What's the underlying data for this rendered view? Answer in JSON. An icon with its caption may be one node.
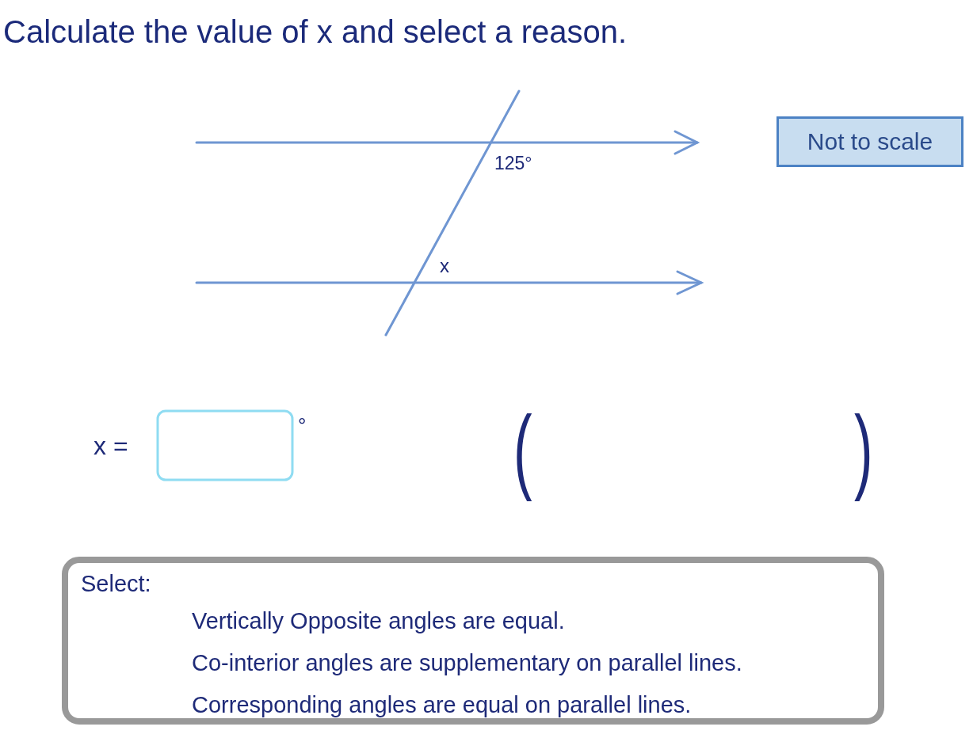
{
  "diagram": {
    "title": "Calculate the value of x and select a reason.",
    "nodes": [
      {
        "text": [
          "Not to scale"
        ]
      },
      {
        "text": [
          "Select:",
          "Vertically Opposite angles are equal.",
          "Co-interior angles are supplementary on parallel lines.",
          "Corresponding angles are equal on parallel lines."
        ]
      }
    ],
    "labels": [
      "125°",
      "x",
      "x =",
      "°",
      "(",
      ")"
    ]
  }
}
